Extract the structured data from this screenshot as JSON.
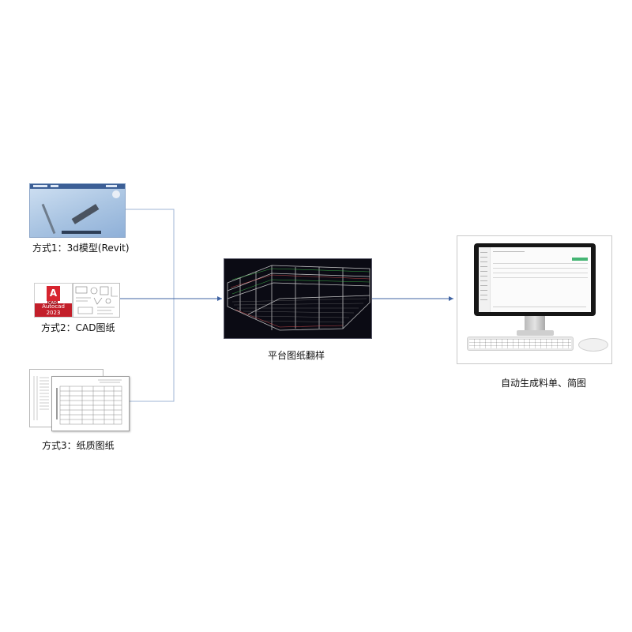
{
  "methods": [
    {
      "label": "方式1：3d模型(Revit)"
    },
    {
      "label": "方式2：CAD图纸",
      "logo_letter": "A",
      "logo_badge": "CAD",
      "logo_text": "Autocad 2023"
    },
    {
      "label": "方式3：纸质图纸"
    }
  ],
  "platform": {
    "label": "平台图纸翻样"
  },
  "output": {
    "label": "自动生成料单、简图"
  },
  "colors": {
    "connector": "#9fb6d6",
    "arrow": "#3f63a3",
    "cad_red": "#d7242f",
    "screen_accent": "#45b574"
  }
}
